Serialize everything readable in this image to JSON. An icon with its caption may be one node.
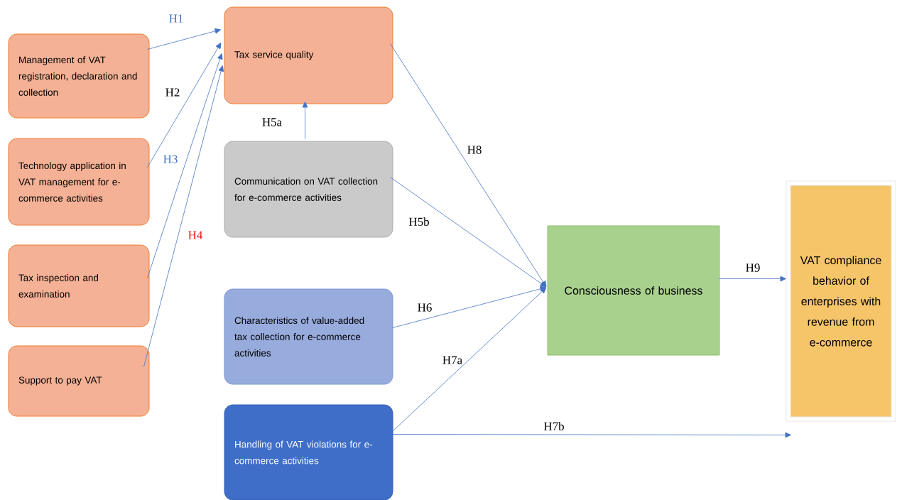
{
  "diagram": {
    "nodes": [
      {
        "text": [
          "Management of VAT registration, declaration and collection"
        ]
      },
      {
        "text": [
          "Technology application in VAT management for e-commerce activities"
        ]
      },
      {
        "text": [
          "Tax inspection and examination"
        ]
      },
      {
        "text": [
          "Support to pay VAT"
        ]
      },
      {
        "text": [
          "Tax service quality"
        ]
      },
      {
        "text": [
          "Communication on VAT collection for e-commerce activities"
        ]
      },
      {
        "text": [
          "Characteristics of value-added tax collection for e-commerce activities"
        ]
      },
      {
        "text": [
          "Handling of VAT violations for e-commerce activities"
        ]
      },
      {
        "text": [
          "Consciousness of business"
        ]
      },
      {
        "text": [
          "VAT compliance behavior of enterprises with revenue from e-commerce"
        ]
      }
    ],
    "edges": [
      {
        "from": 0,
        "to": 4,
        "arrow": "to",
        "label": "H1"
      },
      {
        "from": 1,
        "to": 4,
        "arrow": "to",
        "label": "H2"
      },
      {
        "from": 2,
        "to": 4,
        "arrow": "to",
        "label": "H3"
      },
      {
        "from": 3,
        "to": 4,
        "arrow": "to",
        "label": "H4"
      },
      {
        "from": 5,
        "to": 4,
        "arrow": "to",
        "label": "H5a"
      },
      {
        "from": 5,
        "to": 8,
        "arrow": "to",
        "label": "H5b"
      },
      {
        "from": 4,
        "to": 8,
        "arrow": "to",
        "label": "H8"
      },
      {
        "from": 6,
        "to": 8,
        "arrow": "to",
        "label": "H6"
      },
      {
        "from": 7,
        "to": 8,
        "arrow": "to",
        "label": "H7a"
      },
      {
        "from": 8,
        "to": 9,
        "arrow": "to",
        "label": "H9"
      },
      {
        "from": 7,
        "to": 9,
        "arrow": "to",
        "label": "H7b"
      }
    ]
  }
}
